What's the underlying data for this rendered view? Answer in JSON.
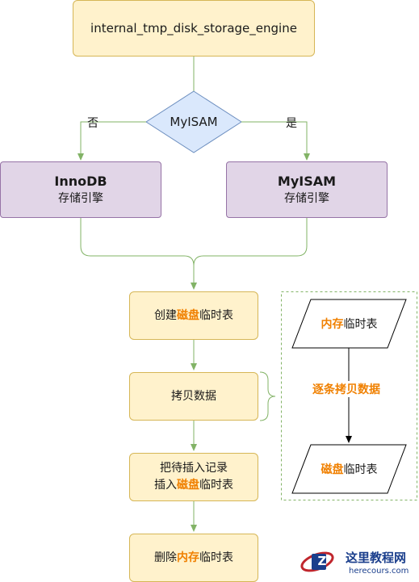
{
  "engine": {
    "text": "internal_tmp_disk_storage_engine"
  },
  "decision": {
    "text": "MyISAM",
    "no_label": "否",
    "yes_label": "是"
  },
  "innodb": {
    "title": "InnoDB",
    "subtitle": "存储引擎"
  },
  "myisam": {
    "title": "MyISAM",
    "subtitle": "存储引擎"
  },
  "steps": {
    "create": {
      "pre": "创建",
      "hl": "磁盘",
      "post": "临时表"
    },
    "copy": {
      "text": "拷贝数据"
    },
    "insert": {
      "line1": "把待插入记录",
      "pre": "插入",
      "hl": "磁盘",
      "post": "临时表"
    },
    "delete": {
      "pre": "删除",
      "hl": "内存",
      "post": "临时表"
    }
  },
  "detail": {
    "mem_table": {
      "hl": "内存",
      "post": "临时表"
    },
    "copy_label": "逐条拷贝数据",
    "disk_table": {
      "hl": "磁盘",
      "post": "临时表"
    }
  },
  "watermark": {
    "name": "这里教程网",
    "url": "herecours.com",
    "letter": "Z"
  },
  "colors": {
    "arrow": "#82b366",
    "highlight": "#f08000",
    "yellow_fill": "#fff2cc",
    "purple_fill": "#e1d5e7",
    "diamond_fill": "#dae8fc"
  }
}
